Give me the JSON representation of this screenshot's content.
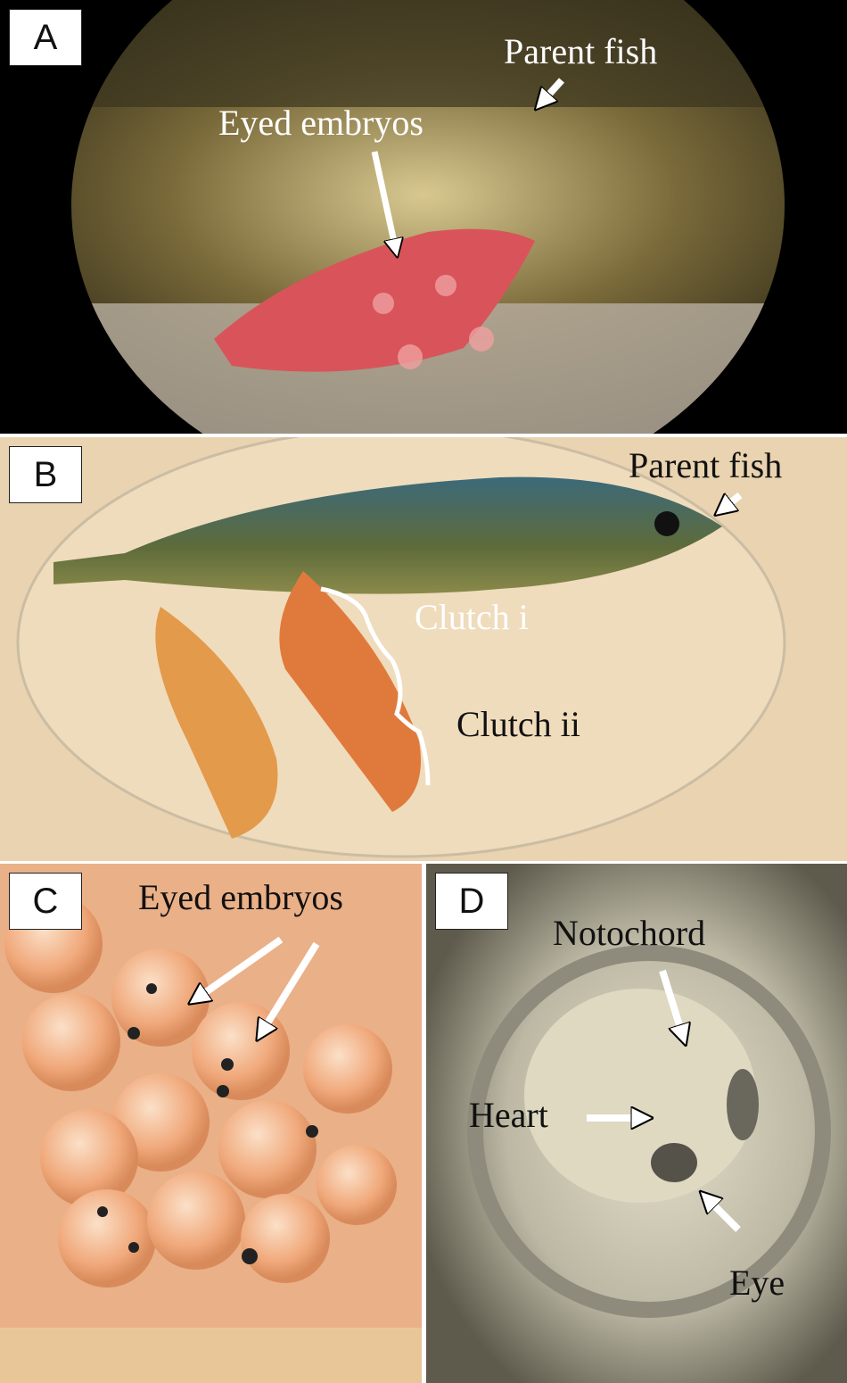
{
  "panels": {
    "a": {
      "letter": "A",
      "labels": {
        "parent_fish": "Parent fish",
        "eyed_embryos": "Eyed embryos"
      }
    },
    "b": {
      "letter": "B",
      "labels": {
        "parent_fish": "Parent fish",
        "clutch_i": "Clutch i",
        "clutch_ii": "Clutch ii"
      }
    },
    "c": {
      "letter": "C",
      "labels": {
        "eyed_embryos": "Eyed embryos"
      }
    },
    "d": {
      "letter": "D",
      "labels": {
        "notochord": "Notochord",
        "heart": "Heart",
        "eye": "Eye"
      }
    }
  }
}
